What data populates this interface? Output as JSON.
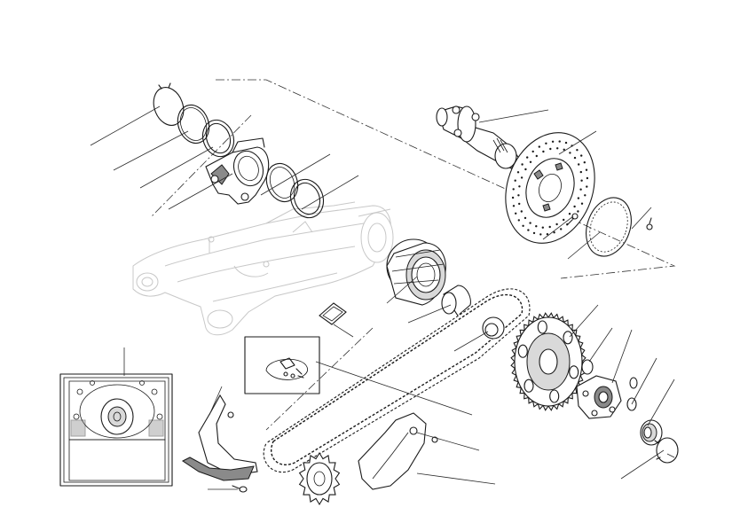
{
  "diagram": {
    "colors": {
      "line": "#1a1a1a",
      "ghost": "#c8c8c8",
      "background": "#ffffff"
    },
    "parts": [
      "circlip-small",
      "oring-1",
      "oring-2",
      "caliper-bracket",
      "oring-3",
      "oring-4",
      "swingarm",
      "eccentric-hub",
      "spacer",
      "rear-axle-shaft",
      "brake-disc",
      "abs-tone-ring",
      "disc-bolt",
      "disc-bolt-2",
      "rubber-pad",
      "chain-link-detail",
      "drive-chain",
      "chain-washer",
      "rear-sprocket",
      "sprocket-flange",
      "wheel-bearing",
      "circlip-large",
      "chain-guard",
      "chain-guide",
      "front-sprocket",
      "front-sprocket-cover",
      "front-sprocket-detail"
    ]
  }
}
